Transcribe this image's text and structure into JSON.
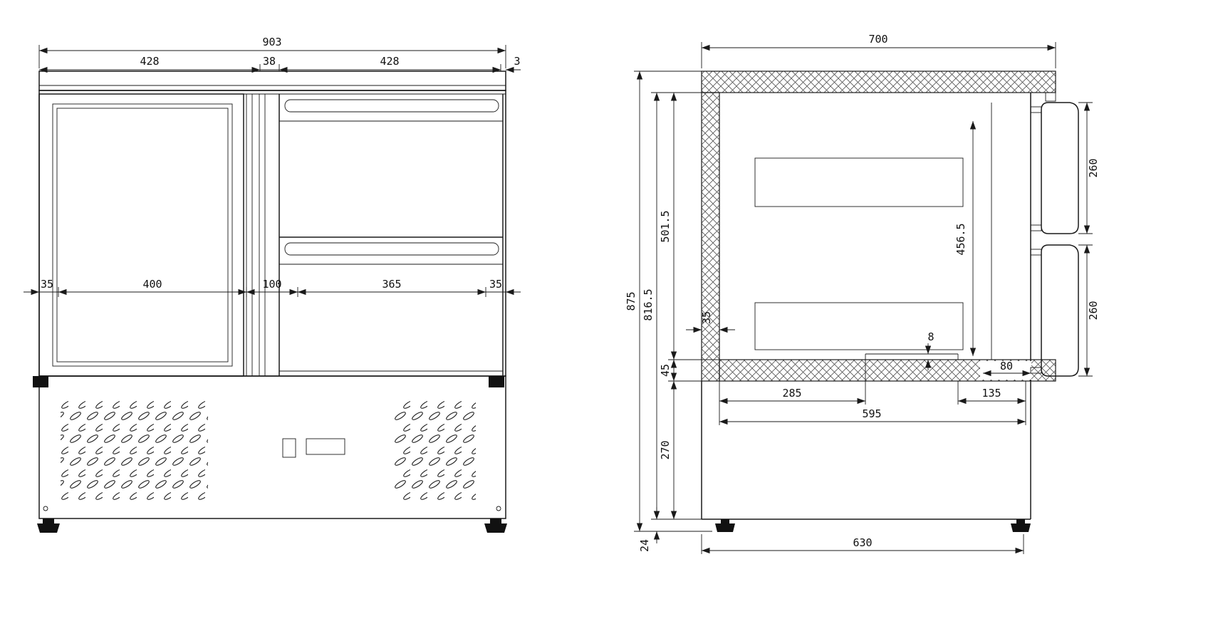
{
  "drawing": {
    "kind": "refrigerated-counter-technical-drawing",
    "front_view": {
      "name": "front-view",
      "dims": {
        "overall_width": "903",
        "seg_door": "428",
        "seg_divider": "38",
        "seg_drawers": "428",
        "seg_edge": "3",
        "wall_left": "35",
        "door_clear": "400",
        "center_post": "100",
        "drawer_clear": "365",
        "wall_right": "35"
      }
    },
    "side_view": {
      "name": "side-view",
      "dims": {
        "depth": "700",
        "overall_height": "875",
        "body_height": "816.5",
        "cavity_height": "501.5",
        "bottom_insulation": "45",
        "base_height": "270",
        "foot_height": "24",
        "wall": "35",
        "drawer_front_top": "260",
        "drawer_travel": "456.5",
        "drawer_front_bottom": "260",
        "step": "8",
        "rear_depth": "80",
        "floor_front": "285",
        "floor_rear": "135",
        "floor_clear": "595",
        "foot_span": "630"
      }
    }
  }
}
